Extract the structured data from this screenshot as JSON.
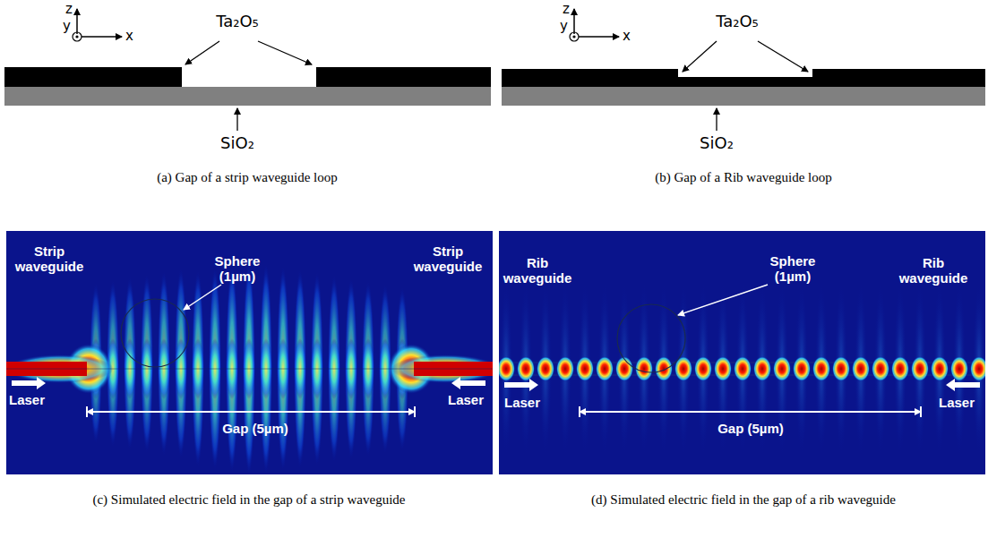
{
  "diagram": {
    "labels": [
      "z",
      "y",
      "x",
      "Ta₂O₅",
      "SiO₂",
      "(a) Gap of a strip waveguide loop",
      "z",
      "y",
      "x",
      "Ta₂O₅",
      "SiO₂",
      "(b) Gap of a Rib waveguide loop",
      "Strip waveguide",
      "Sphere (1µm)",
      "Strip waveguide",
      "Laser",
      "Laser",
      "Gap (5µm)",
      "Rib waveguide",
      "Sphere (1µm)",
      "Rib waveguide",
      "Laser",
      "Laser",
      "Gap (5µm)",
      "(c) Simulated electric field in the gap of a strip waveguide",
      "(d) Simulated electric field in the gap of a rib waveguide"
    ]
  }
}
